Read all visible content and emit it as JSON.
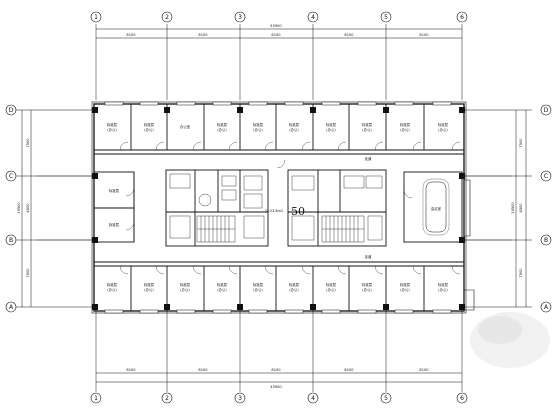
{
  "drawing": {
    "title": "",
    "top_axes": [
      "1",
      "2",
      "3",
      "4",
      "5",
      "6"
    ],
    "bottom_axes": [
      "1",
      "2",
      "3",
      "4",
      "5",
      "6"
    ],
    "left_axes": [
      "D",
      "C",
      "B",
      "A"
    ],
    "right_axes": [
      "D",
      "C",
      "B",
      "A"
    ],
    "top_dimensions": {
      "overall": "45900",
      "spans": [
        "8100",
        "8100",
        "8100",
        "8100",
        "8100"
      ]
    },
    "bottom_dimensions": {
      "overall": "45900",
      "spans": [
        "8100",
        "8100",
        "8100",
        "8100",
        "8100"
      ]
    },
    "side_dimensions": {
      "overall": "19500",
      "spans": [
        "7500",
        "4500",
        "7500"
      ]
    },
    "upper_room_labels": [
      "标准层",
      "标准层",
      "办公室",
      "标准层",
      "标准层",
      "标准层",
      "标准层",
      "标准层",
      "标准层",
      "标准层"
    ],
    "upper_room_sublabels": [
      "(办公)",
      "(办公)",
      "",
      "(办公)",
      "(办公)",
      "(办公)",
      "(办公)",
      "(办公)",
      "(办公)",
      "(办公)"
    ],
    "lower_room_labels": [
      "标准层",
      "标准层",
      "标准层",
      "标准层",
      "标准层",
      "标准层",
      "标准层",
      "标准层",
      "标准层",
      "标准层"
    ],
    "lower_room_sublabels": [
      "(办公)",
      "(办公)",
      "(办公)",
      "(办公)",
      "(办公)",
      "(办公)",
      "(办公)",
      "(办公)",
      "(办公)",
      "(办公)"
    ],
    "left_core_labels": [
      "标准层",
      "标准层"
    ],
    "right_core_label": "会议室",
    "stair_number": "50",
    "corridor_label": "走道",
    "area_note": "S=23.8m2"
  }
}
